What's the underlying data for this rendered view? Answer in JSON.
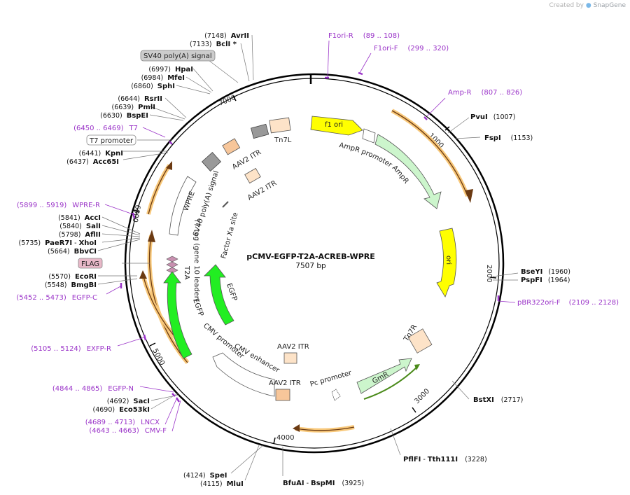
{
  "credit": {
    "prefix": "Created by",
    "brand": "SnapGene"
  },
  "plasmid": {
    "name": "pCMV-EGFP-T2A-ACREB-WPRE",
    "length": "7507 bp"
  },
  "ticks": [
    "1000",
    "2000",
    "3000",
    "4000",
    "5000",
    "6000",
    "7000"
  ],
  "features": {
    "f1_ori": "f1 ori",
    "ampr_promoter": "AmpR promoter",
    "ampr": "AmpR",
    "ori": "ori",
    "tn7l": "Tn7L",
    "aav2_itr_1": "AAV2 ITR",
    "aav2_itr_2": "AAV2 ITR",
    "aav2_itr_3": "AAV2 ITR",
    "aav2_itr_4": "AAV2 ITR",
    "sv40_signal": "SV40 poly(A) signal",
    "wpre": "WPRE",
    "t7_tag": "T7 tag (gene 10 leader)",
    "factor_xa": "Factor Xa site",
    "t2a": "T2A",
    "egfp_1": "EGFP",
    "egfp_2": "EGFP",
    "cmv_promoter": "CMV promoter",
    "cmv_enhancer": "CMV enhancer",
    "pc_promoter": "Pc promoter",
    "gmr": "GmR",
    "tn7r": "Tn7R"
  },
  "sites_right": [
    {
      "name": "PvuI",
      "pos": "(1007)"
    },
    {
      "name": "FspI",
      "pos": "(1153)"
    },
    {
      "name": "BseYI",
      "pos": "(1960)"
    },
    {
      "name": "PspFI",
      "pos": "(1964)"
    },
    {
      "name": "BstXI",
      "pos": "(2717)"
    },
    {
      "name": "PflFI",
      "mid": " - ",
      "name2": "Tth111I",
      "pos": "(3228)"
    }
  ],
  "sites_bottom": [
    {
      "name": "BfuAI",
      "mid": " - ",
      "name2": "BspMI",
      "pos": "(3925)"
    },
    {
      "pos": "(4124)",
      "name": "SpeI"
    },
    {
      "pos": "(4115)",
      "name": "MluI"
    }
  ],
  "sites_left": [
    {
      "pos": "(4692)",
      "name": "SacI"
    },
    {
      "pos": "(4690)",
      "name": "Eco53kI"
    },
    {
      "pos": "(5570)",
      "name": "EcoRI"
    },
    {
      "pos": "(5548)",
      "name": "BmgBI"
    },
    {
      "pos": "(5841)",
      "name": "AccI"
    },
    {
      "pos": "(5840)",
      "name": "SalI"
    },
    {
      "pos": "(5798)",
      "name": "AflII"
    },
    {
      "pos": "(5735)",
      "name": "PaeR7I",
      "mid": " - ",
      "name2": "XhoI"
    },
    {
      "pos": "(5664)",
      "name": "BbvCI"
    },
    {
      "pos": "(6441)",
      "name": "KpnI"
    },
    {
      "pos": "(6437)",
      "name": "Acc65I"
    },
    {
      "pos": "(6644)",
      "name": "RsrII"
    },
    {
      "pos": "(6639)",
      "name": "PmlI"
    },
    {
      "pos": "(6630)",
      "name": "BspEI"
    },
    {
      "pos": "(6997)",
      "name": "HpaI"
    },
    {
      "pos": "(6984)",
      "name": "MfeI"
    },
    {
      "pos": "(6860)",
      "name": "SphI"
    },
    {
      "pos": "(7148)",
      "name": "AvrII"
    },
    {
      "pos": "(7133)",
      "name": "BclI *"
    }
  ],
  "primers": [
    {
      "name": "F1ori-R",
      "range": "(89 .. 108)"
    },
    {
      "name": "F1ori-F",
      "range": "(299 .. 320)"
    },
    {
      "name": "Amp-R",
      "range": "(807 .. 826)"
    },
    {
      "name": "pBR322ori-F",
      "range": "(2109 .. 2128)"
    },
    {
      "name": "LNCX",
      "range": "(4689 .. 4713)"
    },
    {
      "name": "CMV-F",
      "range": "(4643 .. 4663)"
    },
    {
      "name": "EGFP-N",
      "range": "(4844 .. 4865)"
    },
    {
      "name": "EXFP-R",
      "range": "(5105 .. 5124)"
    },
    {
      "name": "EGFP-C",
      "range": "(5452 .. 5473)"
    },
    {
      "name": "WPRE-R",
      "range": "(5899 .. 5919)"
    },
    {
      "name": "T7",
      "range": "(6450 .. 6469)"
    }
  ],
  "boxed_labels": {
    "sv40": "SV40 poly(A) signal",
    "t7_promoter": "T7 promoter",
    "flag": "FLAG"
  },
  "colors": {
    "f1_ori": "#ffff00",
    "ampr": "#ccf5cc",
    "ori": "#ffff00",
    "tn": "#fde3c8",
    "itr": "#f7c69a",
    "sv40": "#999999",
    "egfp": "#22ee22",
    "gmr": "#ccf5cc",
    "primer": "#9a33c8",
    "orf": "#f8c87a",
    "flag": "#e8b8c8"
  }
}
